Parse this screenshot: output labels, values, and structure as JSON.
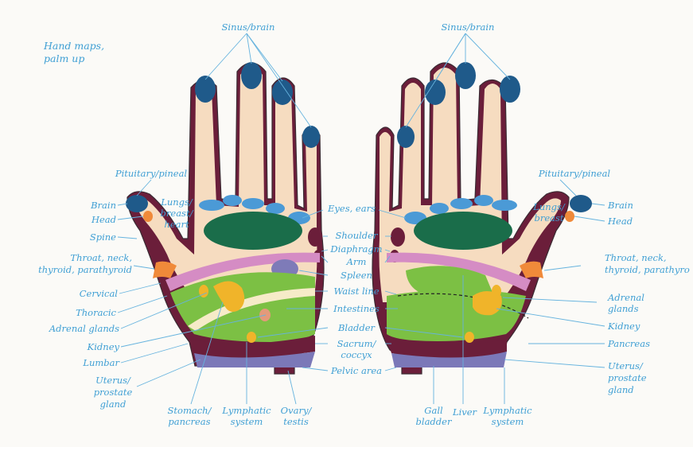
{
  "title": [
    "Hand maps,",
    "palm up"
  ],
  "colors": {
    "skin": "#f6dcc0",
    "fingertip": "#1f5a8a",
    "eyes": "#4b9ad6",
    "lungs": "#1a6d4a",
    "intestine": "#7cc044",
    "adrenal": "#f0b42a",
    "spine": "#6b1e3a",
    "diaphragm": "#d58cc4",
    "spleen": "#7e7bb8",
    "throat": "#f08a3a",
    "kidney": "#e49a7a",
    "label": "#3f9fd4",
    "pelvic": "#7b78b8"
  },
  "left_hand": {
    "top": "Sinus/brain",
    "labels_left": {
      "pituitary": "Pituitary/pineal",
      "brain": "Brain",
      "head": "Head",
      "spine": "Spine",
      "throat": [
        "Throat, neck,",
        "thyroid, parathyroid"
      ],
      "cervical": "Cervical",
      "thoracic": "Thoracic",
      "adrenal": "Adrenal glands",
      "kidney": "Kidney",
      "lumbar": "Lumbar",
      "uterus": [
        "Uterus/",
        "prostate",
        "gland"
      ]
    },
    "lungs": [
      "Lungs/",
      "breast/",
      "heart"
    ],
    "bottom": {
      "stomach": [
        "Stomach/",
        "pancreas"
      ],
      "lymphatic": [
        "Lymphatic",
        "system"
      ],
      "ovary": [
        "Ovary/",
        "testis"
      ]
    }
  },
  "center_labels": {
    "eyes": "Eyes, ears",
    "shoulder": "Shoulder",
    "diaphragm": "Diaphragm",
    "arm": "Arm",
    "spleen": "Spleen",
    "waist": "Waist line",
    "intestines": "Intestines",
    "bladder": "Bladder",
    "sacrum": [
      "Sacrum/",
      "coccyx"
    ],
    "pelvic": "Pelvic area"
  },
  "right_hand": {
    "top": "Sinus/brain",
    "labels_right": {
      "pituitary": "Pituitary/pineal",
      "brain": "Brain",
      "head": "Head",
      "throat": [
        "Throat, neck,",
        "thyroid, parathyro"
      ],
      "adrenal": [
        "Adrenal",
        "glands"
      ],
      "kidney": "Kidney",
      "pancreas": "Pancreas",
      "uterus": [
        "Uterus/",
        "prostate",
        "gland"
      ]
    },
    "lungs": [
      "Lungs/",
      "breast"
    ],
    "bottom": {
      "gall": [
        "Gall",
        "bladder"
      ],
      "liver": "Liver",
      "lymphatic": [
        "Lymphatic",
        "system"
      ]
    }
  }
}
